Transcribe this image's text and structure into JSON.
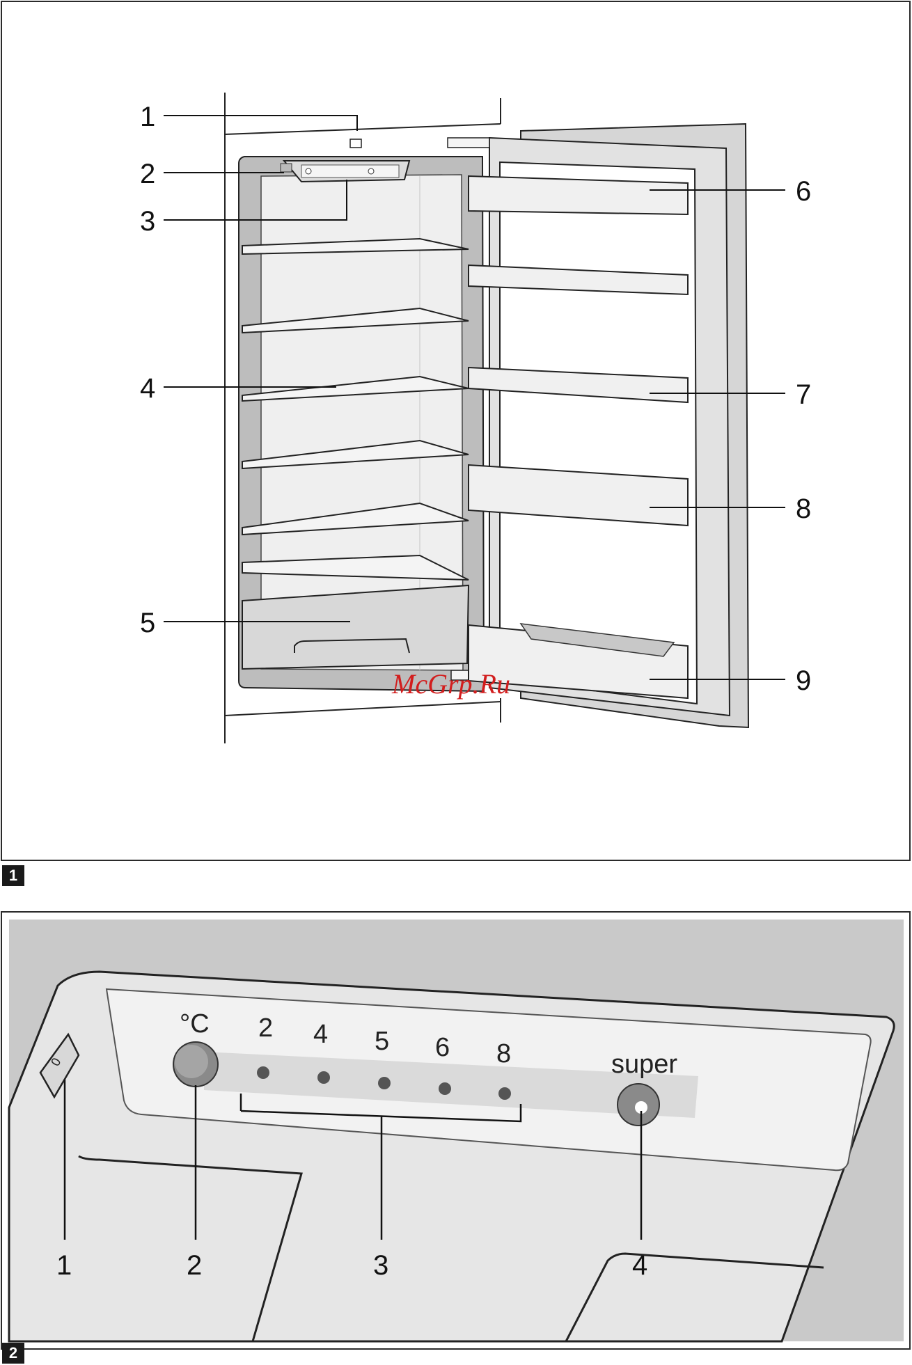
{
  "figure1": {
    "number": "1",
    "callouts_left": [
      "1",
      "2",
      "3",
      "4",
      "5"
    ],
    "callouts_right": [
      "6",
      "7",
      "8",
      "9"
    ],
    "watermark": "McGrp.Ru"
  },
  "figure2": {
    "number": "2",
    "unit_label": "°C",
    "scale_values": [
      "2",
      "4",
      "5",
      "6",
      "8"
    ],
    "super_label": "super",
    "switch_mark": "0",
    "callouts": [
      "1",
      "2",
      "3",
      "4"
    ]
  }
}
